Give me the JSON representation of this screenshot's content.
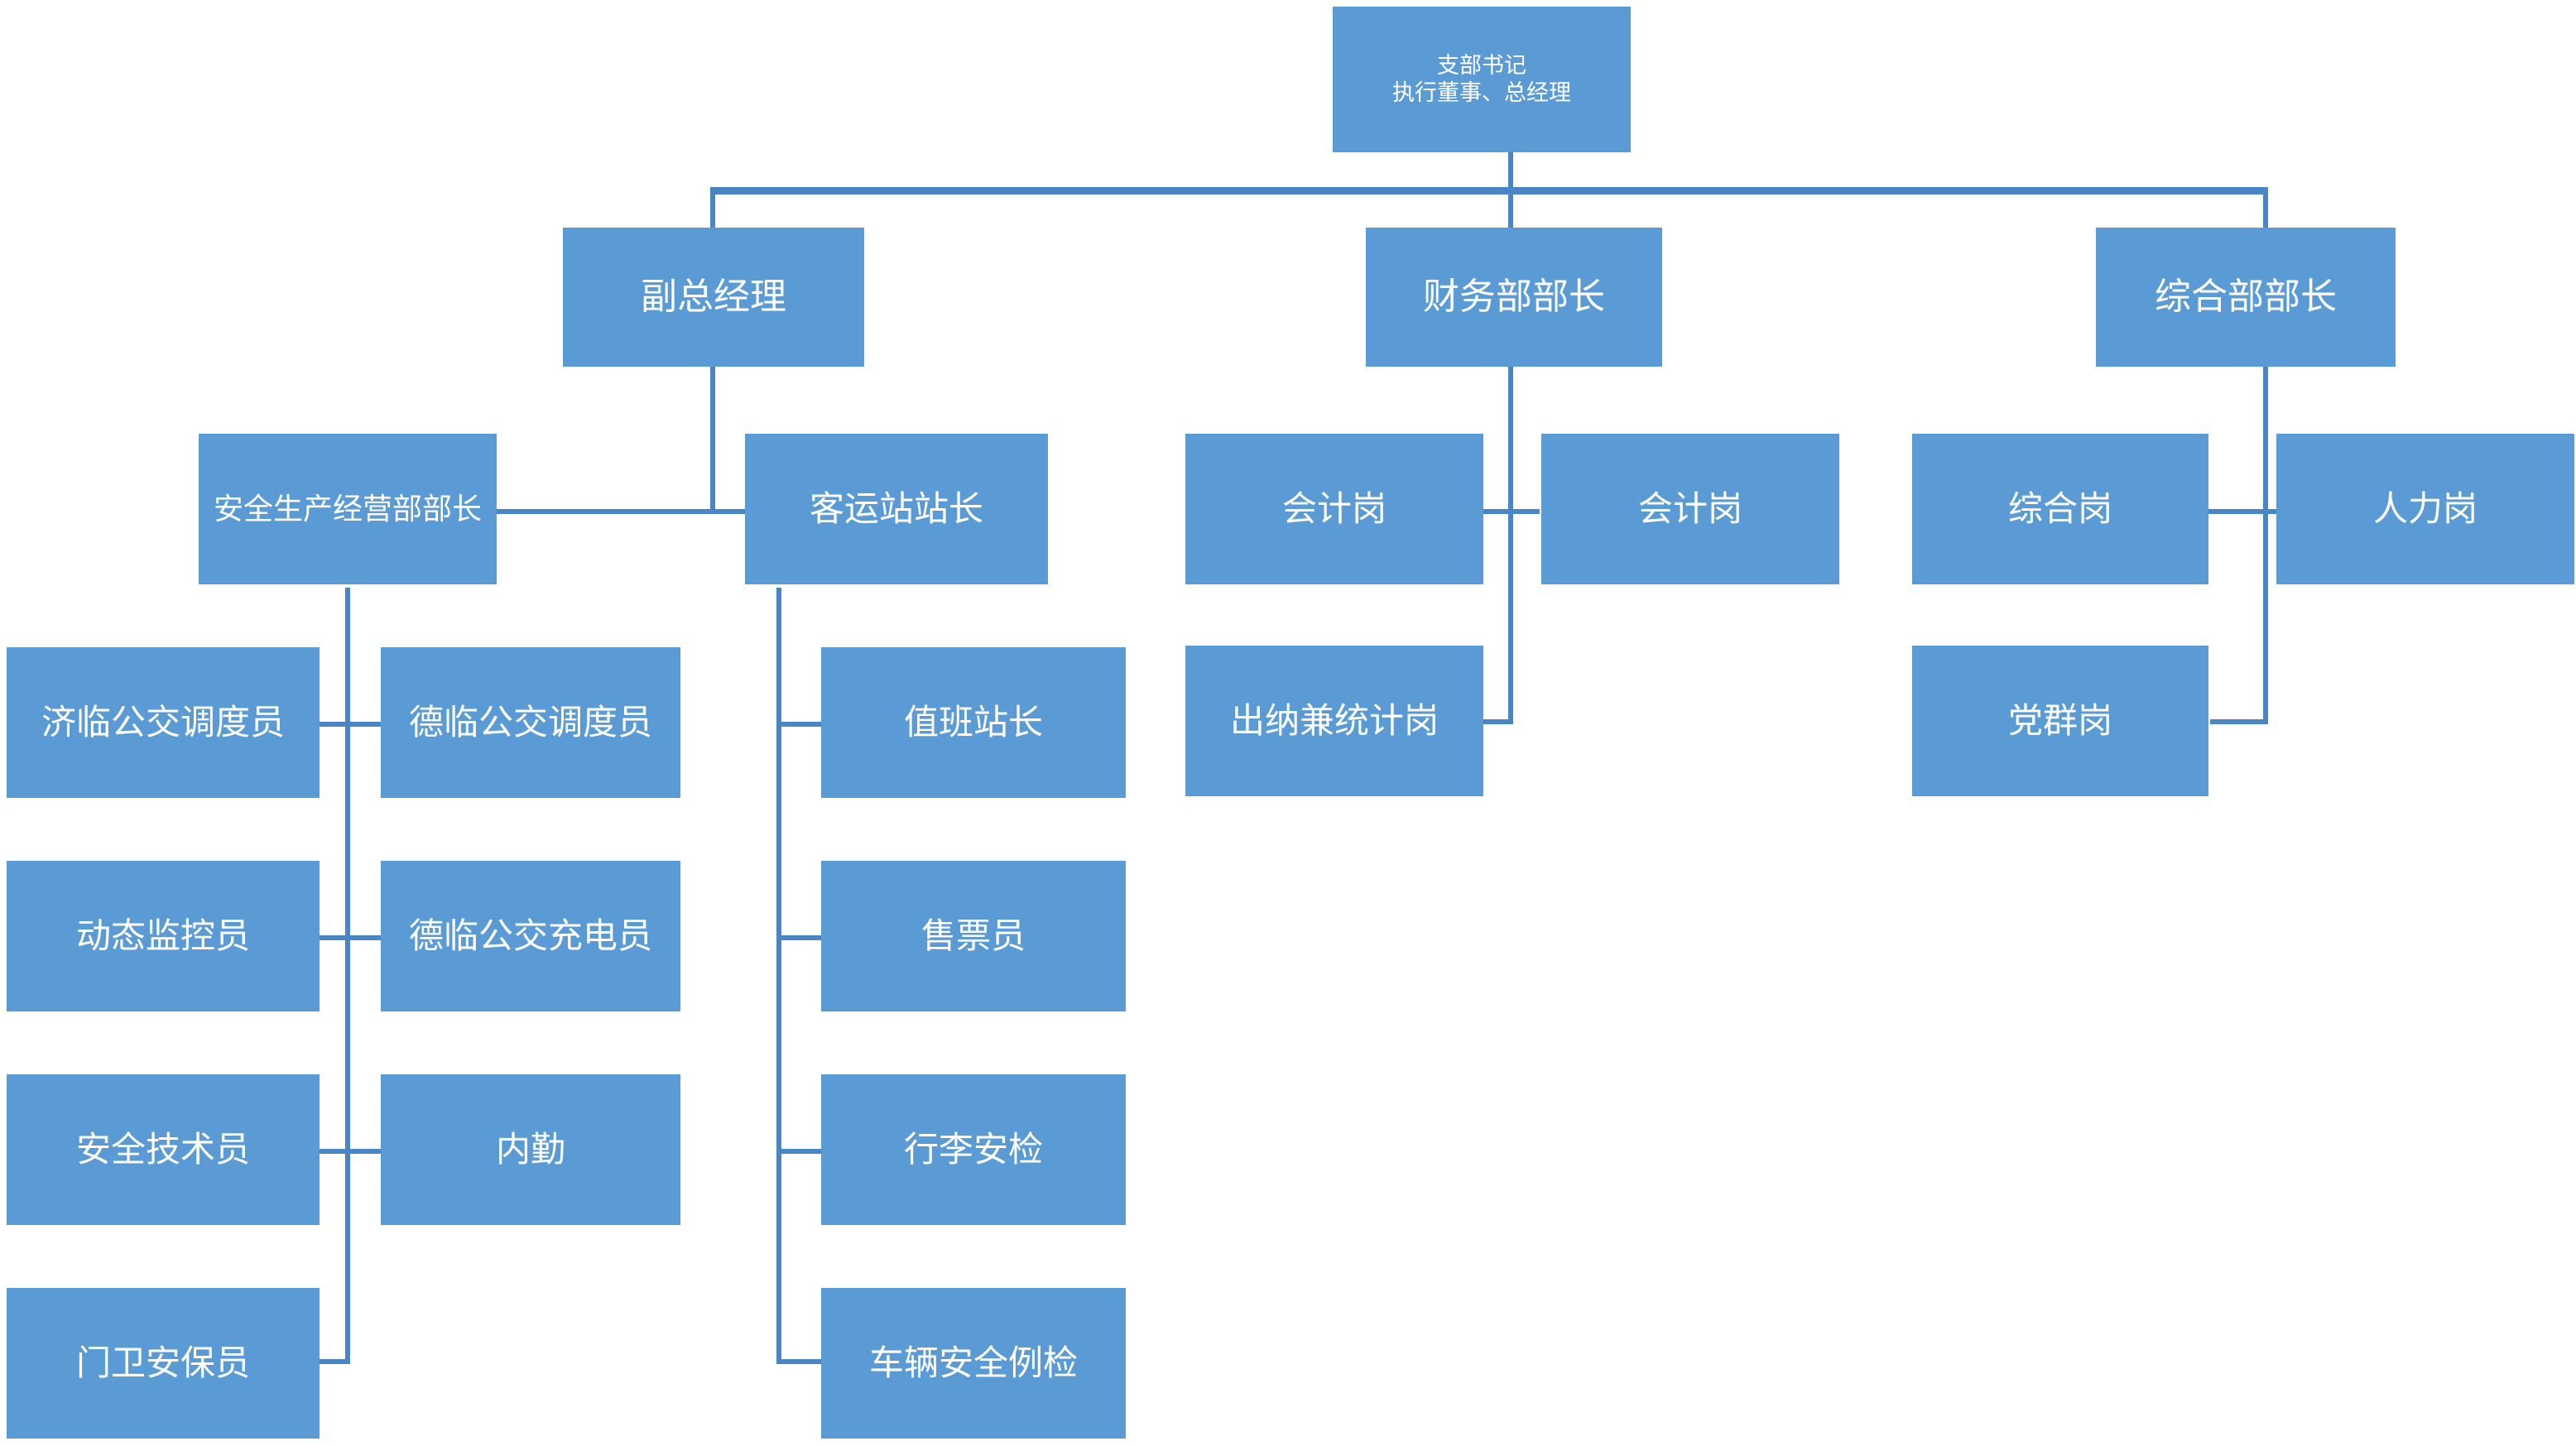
{
  "chart_data": {
    "type": "diagram",
    "diagram_kind": "organizational-chart",
    "title": "",
    "colors": {
      "node_fill": "#5B9BD5",
      "node_text": "#FFFFFF",
      "connector": "#4A86C5",
      "background": "#FFFFFF"
    },
    "nodes": [
      {
        "id": "root",
        "label": "支部书记\n执行董事、总经理",
        "level": 0,
        "parent": null
      },
      {
        "id": "deputy_gm",
        "label": "副总经理",
        "level": 1,
        "parent": "root"
      },
      {
        "id": "finance_dir",
        "label": "财务部部长",
        "level": 1,
        "parent": "root"
      },
      {
        "id": "general_dir",
        "label": "综合部部长",
        "level": 1,
        "parent": "root"
      },
      {
        "id": "safety_dir",
        "label": "安全生产经营部部长",
        "level": 2,
        "parent": "deputy_gm"
      },
      {
        "id": "station_dir",
        "label": "客运站站长",
        "level": 2,
        "parent": "deputy_gm"
      },
      {
        "id": "acct_1",
        "label": "会计岗",
        "level": 2,
        "parent": "finance_dir"
      },
      {
        "id": "acct_2",
        "label": "会计岗",
        "level": 2,
        "parent": "finance_dir"
      },
      {
        "id": "cashier",
        "label": "出纳兼统计岗",
        "level": 2,
        "parent": "finance_dir"
      },
      {
        "id": "general_pos",
        "label": "综合岗",
        "level": 2,
        "parent": "general_dir"
      },
      {
        "id": "hr_pos",
        "label": "人力岗",
        "level": 2,
        "parent": "general_dir"
      },
      {
        "id": "party_pos",
        "label": "党群岗",
        "level": 2,
        "parent": "general_dir"
      },
      {
        "id": "jilin_disp",
        "label": "济临公交调度员",
        "level": 3,
        "parent": "safety_dir"
      },
      {
        "id": "delin_disp",
        "label": "德临公交调度员",
        "level": 3,
        "parent": "safety_dir"
      },
      {
        "id": "monitor",
        "label": "动态监控员",
        "level": 3,
        "parent": "safety_dir"
      },
      {
        "id": "delin_chg",
        "label": "德临公交充电员",
        "level": 3,
        "parent": "safety_dir"
      },
      {
        "id": "safety_tech",
        "label": "安全技术员",
        "level": 3,
        "parent": "safety_dir"
      },
      {
        "id": "office_clk",
        "label": "内勤",
        "level": 3,
        "parent": "safety_dir"
      },
      {
        "id": "guard",
        "label": "门卫安保员",
        "level": 3,
        "parent": "safety_dir"
      },
      {
        "id": "duty_chief",
        "label": "值班站长",
        "level": 3,
        "parent": "station_dir"
      },
      {
        "id": "ticket",
        "label": "售票员",
        "level": 3,
        "parent": "station_dir"
      },
      {
        "id": "baggage",
        "label": "行李安检",
        "level": 3,
        "parent": "station_dir"
      },
      {
        "id": "veh_check",
        "label": "车辆安全例检",
        "level": 3,
        "parent": "station_dir"
      }
    ]
  },
  "nodes": {
    "root": "支部书记\n执行董事、总经理",
    "deputy_gm": "副总经理",
    "finance_dir": "财务部部长",
    "general_dir": "综合部部长",
    "safety_dir": "安全生产经营部部长",
    "station_dir": "客运站站长",
    "acct_1": "会计岗",
    "acct_2": "会计岗",
    "cashier": "出纳兼统计岗",
    "general_pos": "综合岗",
    "hr_pos": "人力岗",
    "party_pos": "党群岗",
    "jilin_disp": "济临公交调度员",
    "delin_disp": "德临公交调度员",
    "monitor": "动态监控员",
    "delin_chg": "德临公交充电员",
    "safety_tech": "安全技术员",
    "office_clk": "内勤",
    "guard": "门卫安保员",
    "duty_chief": "值班站长",
    "ticket": "售票员",
    "baggage": "行李安检",
    "veh_check": "车辆安全例检"
  }
}
